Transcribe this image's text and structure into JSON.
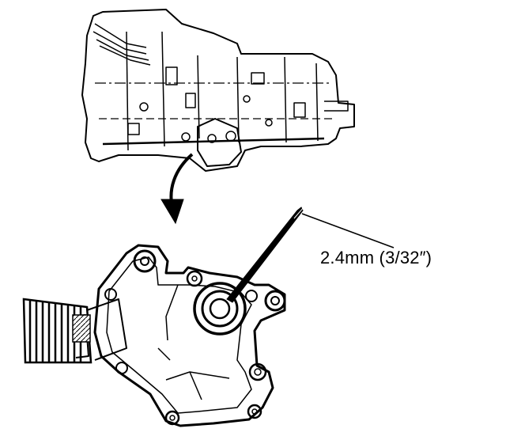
{
  "diagram": {
    "callout": {
      "text": "2.4mm (3/32″)"
    },
    "colors": {
      "ink": "#000000",
      "paper": "#ffffff"
    },
    "components": [
      "transmission-assembly",
      "detail-arrow",
      "neutral-safety-switch",
      "gauge-pin",
      "wiring-harness-boot"
    ]
  }
}
